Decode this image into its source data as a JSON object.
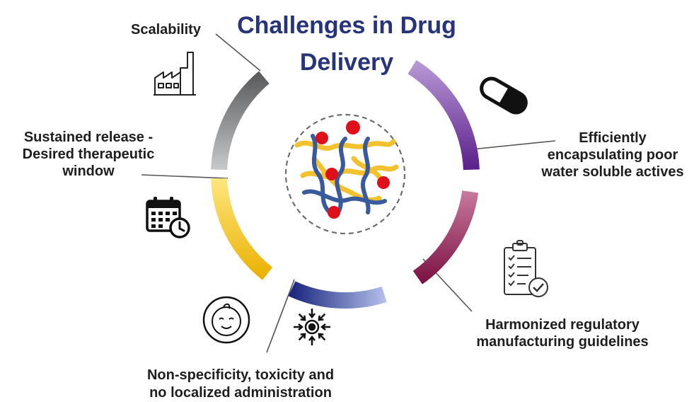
{
  "diagram": {
    "title_line1": "Challenges in Drug",
    "title_line2": "Delivery",
    "labels": {
      "scalability": "Scalability",
      "sustained_line1": "Sustained release -",
      "sustained_line2": "Desired therapeutic",
      "sustained_line3": "window",
      "encapsulating_line1": "Efficiently",
      "encapsulating_line2": "encapsulating poor",
      "encapsulating_line3": "water soluble actives",
      "regulatory_line1": "Harmonized regulatory",
      "regulatory_line2": "manufacturing guidelines",
      "nonspecificity_line1": "Non-specificity, toxicity and",
      "nonspecificity_line2": "no localized administration"
    },
    "icons": [
      "factory-icon",
      "capsule-icon",
      "calendar-clock-icon",
      "clipboard-check-icon",
      "baby-face-icon",
      "target-arrows-icon"
    ],
    "colors": {
      "title": "#27347a",
      "arc_gray": "#6d6f72",
      "arc_purple": "#7a3aa3",
      "arc_magenta": "#8a1f52",
      "arc_blue": "#1f2f8f",
      "arc_yellow": "#f2c200",
      "polymer_yellow": "#f3c12e",
      "polymer_blue": "#3a5a9e",
      "drug_red": "#e0101a"
    }
  }
}
